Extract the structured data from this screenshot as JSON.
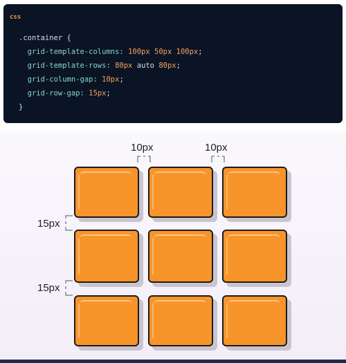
{
  "code": {
    "language": "css",
    "lines": [
      [
        ".container {",
        "",
        ""
      ],
      [
        "",
        "",
        ""
      ],
      [
        "",
        "",
        ""
      ],
      [
        "",
        "",
        ""
      ],
      [
        "",
        "",
        ""
      ],
      [
        "}",
        "",
        ""
      ]
    ],
    "selector": ".container {",
    "close": "}",
    "columns_prop": "grid-template-columns:",
    "columns_val_1": "100px",
    "columns_val_2": "50px",
    "columns_val_3": "100px",
    "rows_prop": "grid-template-rows:",
    "rows_val_1": "80px",
    "rows_val_2": "auto",
    "rows_val_3": "80px",
    "colgap_prop": "grid-column-gap:",
    "colgap_val": "10px",
    "rowgap_prop": "grid-row-gap:",
    "rowgap_val": "15px",
    "semicolon": ";"
  },
  "diagram": {
    "column_gap_label_1": "10px",
    "column_gap_label_2": "10px",
    "row_gap_label_1": "15px",
    "row_gap_label_2": "15px",
    "box_color": "#f7942a"
  }
}
